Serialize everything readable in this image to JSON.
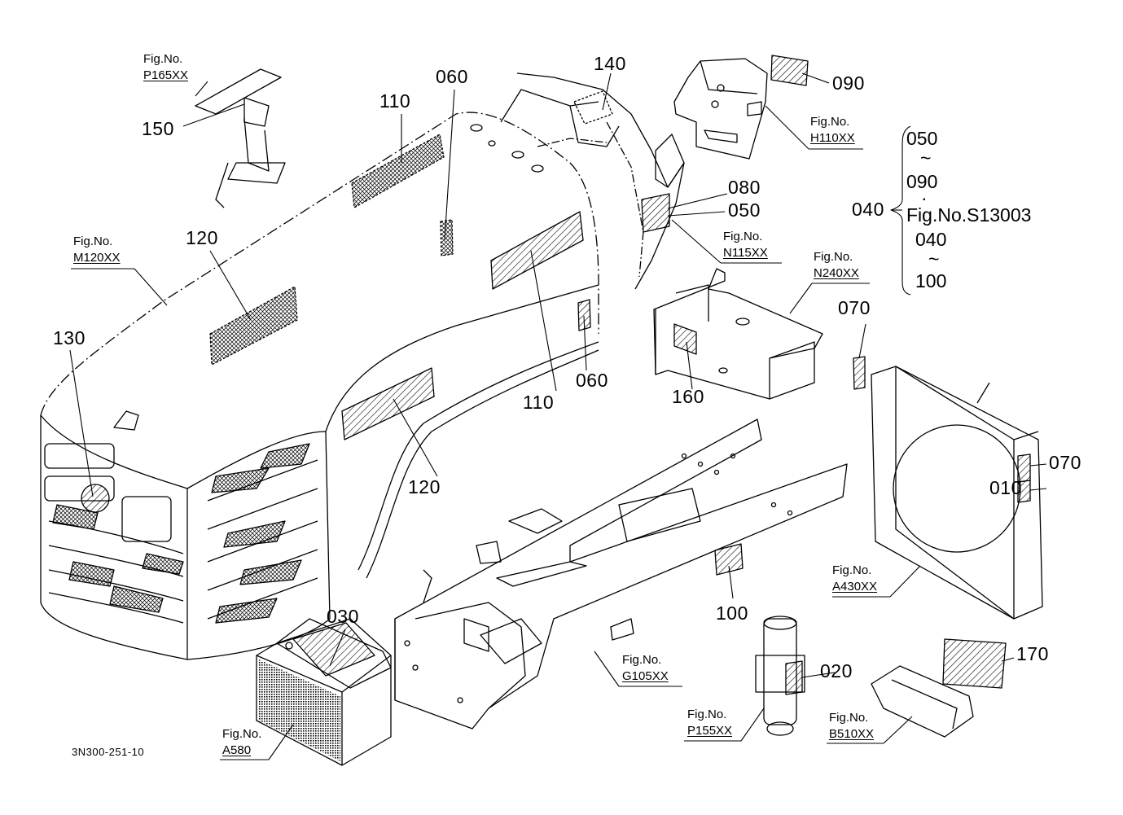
{
  "diagram": {
    "drawing_number": "3N300-251-10",
    "parts": [
      {
        "id": "p010",
        "label": "010"
      },
      {
        "id": "p020",
        "label": "020"
      },
      {
        "id": "p030",
        "label": "030"
      },
      {
        "id": "p040",
        "label": "040"
      },
      {
        "id": "p050",
        "label": "050"
      },
      {
        "id": "p060a",
        "label": "060"
      },
      {
        "id": "p060b",
        "label": "060"
      },
      {
        "id": "p070a",
        "label": "070"
      },
      {
        "id": "p070b",
        "label": "070"
      },
      {
        "id": "p080",
        "label": "080"
      },
      {
        "id": "p090",
        "label": "090"
      },
      {
        "id": "p100",
        "label": "100"
      },
      {
        "id": "p110a",
        "label": "110"
      },
      {
        "id": "p110b",
        "label": "110"
      },
      {
        "id": "p120a",
        "label": "120"
      },
      {
        "id": "p120b",
        "label": "120"
      },
      {
        "id": "p130",
        "label": "130"
      },
      {
        "id": "p140",
        "label": "140"
      },
      {
        "id": "p150",
        "label": "150"
      },
      {
        "id": "p160",
        "label": "160"
      },
      {
        "id": "p170",
        "label": "170"
      }
    ],
    "fig_refs": [
      {
        "id": "P165XX",
        "prefix": "Fig.No.",
        "code": "P165XX"
      },
      {
        "id": "M120XX",
        "prefix": "Fig.No.",
        "code": "M120XX"
      },
      {
        "id": "H110XX",
        "prefix": "Fig.No.",
        "code": "H110XX"
      },
      {
        "id": "N115XX",
        "prefix": "Fig.No.",
        "code": "N115XX"
      },
      {
        "id": "N240XX",
        "prefix": "Fig.No.",
        "code": "N240XX"
      },
      {
        "id": "A430XX",
        "prefix": "Fig.No.",
        "code": "A430XX"
      },
      {
        "id": "G105XX",
        "prefix": "Fig.No.",
        "code": "G105XX"
      },
      {
        "id": "P155XX",
        "prefix": "Fig.No.",
        "code": "P155XX"
      },
      {
        "id": "B510XX",
        "prefix": "Fig.No.",
        "code": "B510XX"
      },
      {
        "id": "A580",
        "prefix": "Fig.No.",
        "code": "A580"
      }
    ],
    "set_note": {
      "label": "040",
      "range1_from": "050",
      "range1_tilde": "~",
      "range1_to": "090",
      "dot": "·",
      "fig": "Fig.No.S13003",
      "range2_from": "040",
      "range2_tilde": "~",
      "range2_to": "100"
    }
  }
}
